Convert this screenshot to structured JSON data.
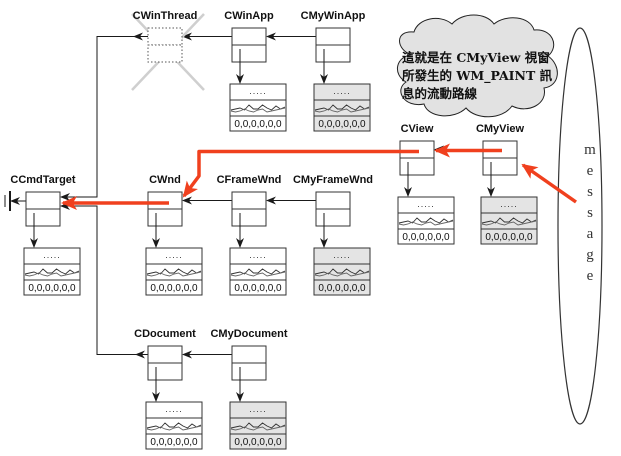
{
  "diagram": {
    "title": "WM_PAINT message routing through MFC class hierarchy",
    "classes": [
      {
        "id": "cwinthread",
        "name": "CWinThread",
        "derived": false,
        "crossed_out": true,
        "has_table": false
      },
      {
        "id": "cwinapp",
        "name": "CWinApp",
        "derived": false,
        "crossed_out": false,
        "has_table": true
      },
      {
        "id": "cmywinapp",
        "name": "CMyWinApp",
        "derived": true,
        "crossed_out": false,
        "has_table": true
      },
      {
        "id": "ccmdtarget",
        "name": "CCmdTarget",
        "derived": false,
        "crossed_out": false,
        "has_table": true
      },
      {
        "id": "cwnd",
        "name": "CWnd",
        "derived": false,
        "crossed_out": false,
        "has_table": true
      },
      {
        "id": "cframewnd",
        "name": "CFrameWnd",
        "derived": false,
        "crossed_out": false,
        "has_table": true
      },
      {
        "id": "cmyframewnd",
        "name": "CMyFrameWnd",
        "derived": true,
        "crossed_out": false,
        "has_table": true
      },
      {
        "id": "cview",
        "name": "CView",
        "derived": false,
        "crossed_out": false,
        "has_table": true
      },
      {
        "id": "cmyview",
        "name": "CMyView",
        "derived": true,
        "crossed_out": false,
        "has_table": true
      },
      {
        "id": "cdocument",
        "name": "CDocument",
        "derived": false,
        "crossed_out": false,
        "has_table": true
      },
      {
        "id": "cmydocument",
        "name": "CMyDocument",
        "derived": true,
        "crossed_out": false,
        "has_table": true
      }
    ],
    "table_rows": {
      "entries": ".....",
      "values": "0,0,0,0,0,0"
    },
    "inheritance_links": [
      {
        "from": "cmywinapp",
        "to": "cwinapp"
      },
      {
        "from": "cwinapp",
        "to": "cwinthread"
      },
      {
        "from": "cwinthread",
        "to": "ccmdtarget"
      },
      {
        "from": "cmyframewnd",
        "to": "cframewnd"
      },
      {
        "from": "cframewnd",
        "to": "cwnd"
      },
      {
        "from": "cwnd",
        "to": "ccmdtarget"
      },
      {
        "from": "cmyview",
        "to": "cview"
      },
      {
        "from": "cview",
        "to": "cwnd"
      },
      {
        "from": "cmydocument",
        "to": "cdocument"
      },
      {
        "from": "cdocument",
        "to": "ccmdtarget"
      }
    ],
    "message_path": [
      "message",
      "cmyview",
      "cview",
      "cwnd",
      "ccmdtarget"
    ],
    "callout": {
      "lines": [
        "這就是在 CMyView 視窗",
        "所發生的 WM_PAINT 訊",
        "息的流動路線"
      ]
    },
    "message_source": {
      "label": "message",
      "letters": [
        "m",
        "e",
        "s",
        "s",
        "a",
        "g",
        "e"
      ]
    },
    "colors": {
      "message_path": "#f0401e",
      "line": "#1a1a1a",
      "derived_fill": "#e4e4e4",
      "cloud_fill": "#e2e2e2",
      "cross": "#cfcfcf"
    }
  }
}
